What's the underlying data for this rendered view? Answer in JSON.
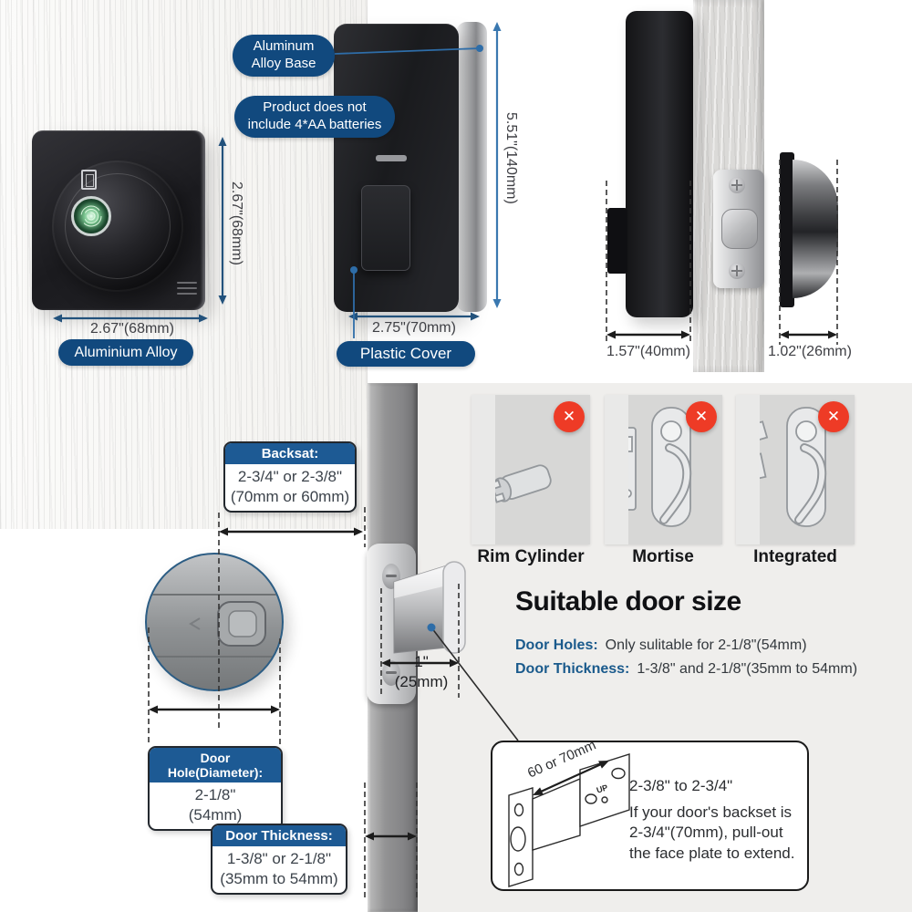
{
  "colors": {
    "navy": "#11497E",
    "header_blue": "#1D5A94",
    "dim_blue": "#3A78B0",
    "red": "#EE3B26",
    "label_navy": "#1A5A8C"
  },
  "top": {
    "front_lock": {
      "height_dim": "2.67\"(68mm)",
      "width_dim": "2.67\"(68mm)",
      "material_label": "Aluminium Alloy"
    },
    "back_lock": {
      "base_callout": "Aluminum Alloy Base",
      "battery_callout": "Product does not include 4*AA batteries",
      "height_dim": "5.51\"(140mm)",
      "width_dim": "2.75\"(70mm)",
      "cover_label": "Plastic Cover"
    },
    "side_view": {
      "lock_depth_dim": "1.57\"(40mm)",
      "knob_depth_dim": "1.02\"(26mm)"
    }
  },
  "bottom": {
    "backset_box": {
      "header": "Backsat:",
      "line1": "2-3/4\" or 2-3/8\"",
      "line2": "(70mm or 60mm)"
    },
    "door_hole_box": {
      "header": "Door Hole(Diameter):",
      "line1": "2-1/8\"",
      "line2": "(54mm)"
    },
    "door_thickness_box": {
      "header": "Door Thickness:",
      "line1": "1-3/8\" or 2-1/8\"",
      "line2": "(35mm to 54mm)"
    },
    "latch_dim": {
      "line1": "1\"",
      "line2": "(25mm)"
    },
    "incompatible_locks": {
      "labels": [
        "Rim Cylinder",
        "Mortise",
        "Integrated"
      ]
    },
    "suitable": {
      "title": "Suitable door size",
      "rows": [
        {
          "label": "Door Holes:",
          "value": "Only sulitable for 2-1/8\"(54mm)"
        },
        {
          "label": "Door Thickness:",
          "value": "1-3/8\" and 2-1/8\"(35mm to 54mm)"
        }
      ]
    },
    "extend_box": {
      "backset_dim": "60 or 70mm",
      "up_label": "UP",
      "range": "2-3/8\" to 2-3/4\"",
      "note": "If your door's backset is 2-3/4\"(70mm), pull-out the face plate to extend."
    }
  },
  "icons": {
    "x_mark": "✕"
  }
}
